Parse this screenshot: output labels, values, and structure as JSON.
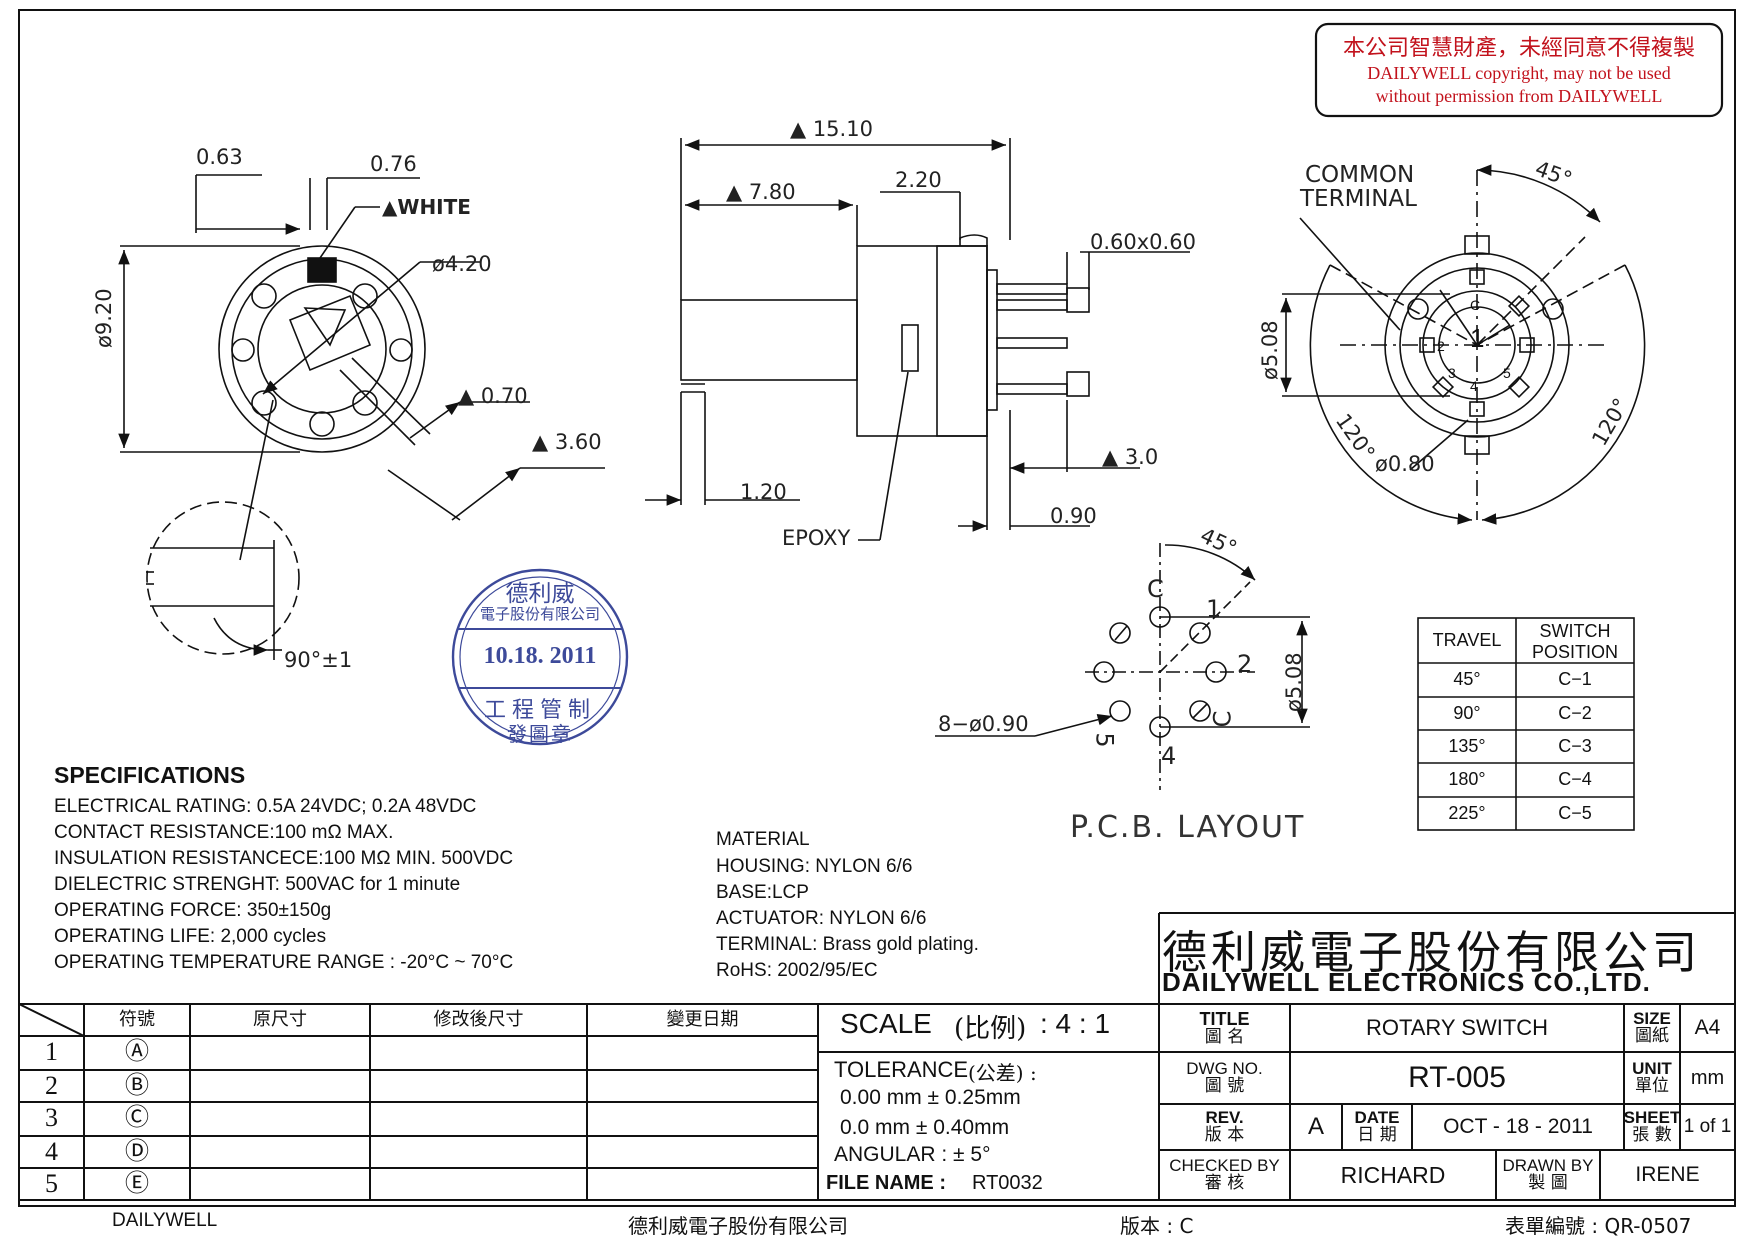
{
  "notice": {
    "zh": "本公司智慧財產，未經同意不得複製",
    "en1": "DAILYWELL copyright, may not be used",
    "en2": "without permission from DAILYWELL"
  },
  "front_view": {
    "dim_063": "0.63",
    "dim_076": "0.76",
    "white_label": "▲WHITE",
    "dia_420": "ø4.20",
    "dia_920": "ø9.20",
    "dim_070": "▲ 0.70",
    "dim_360": "▲ 3.60",
    "angle_90": "90°±1"
  },
  "side_view": {
    "dim_1510": "▲ 15.10",
    "dim_780": "▲ 7.80",
    "dim_220": "2.20",
    "dim_060": "0.60x0.60",
    "dim_120": "1.20",
    "dim_30": "▲ 3.0",
    "dim_090": "0.90",
    "epoxy": "EPOXY"
  },
  "back_view": {
    "common1": "COMMON",
    "common2": "TERMINAL",
    "angle_45": "45°",
    "dia_508": "ø5.08",
    "angle_120a": "120°",
    "angle_120b": "120°",
    "dia_080": "ø0.80",
    "pins": [
      "C",
      "1",
      "2",
      "3",
      "4",
      "5"
    ]
  },
  "pcb": {
    "angle_45": "45°",
    "dia_508": "ø5.08",
    "holes": "8−ø0.90",
    "pins": [
      "C",
      "1",
      "2",
      "5",
      "4",
      "C"
    ],
    "title": "P.C.B. LAYOUT"
  },
  "stamp": {
    "company1": "德利威",
    "company2": "電子股份有限公司",
    "date": "10.18. 2011",
    "dept": "工程管制",
    "seal": "發圖章"
  },
  "travel_table": {
    "headers": [
      "TRAVEL",
      "SWITCH",
      "POSITION"
    ],
    "rows": [
      [
        "45°",
        "C−1"
      ],
      [
        "90°",
        "C−2"
      ],
      [
        "135°",
        "C−3"
      ],
      [
        "180°",
        "C−4"
      ],
      [
        "225°",
        "C−5"
      ]
    ]
  },
  "specifications": {
    "title": "SPECIFICATIONS",
    "lines": [
      {
        "k": "ELECTRICAL RATING",
        "v": ": 0.5A 24VDC; 0.2A 48VDC"
      },
      {
        "k": "CONTACT RESISTANCE",
        "v": ":100 mΩ MAX."
      },
      {
        "k": "INSULATION RESISTANCECE",
        "v": ":100 MΩ MIN. 500VDC"
      },
      {
        "k": "DIELECTRIC STRENGHT",
        "v": ": 500VAC for 1 minute"
      },
      {
        "k": "OPERATING FORCE",
        "v": ": 350±150g"
      },
      {
        "k": "OPERATING LIFE",
        "v": ": 2,000 cycles"
      },
      {
        "k": "OPERATING TEMPERATURE RANGE",
        "v": " : -20°C ~ 70°C"
      }
    ]
  },
  "material": {
    "title": "MATERIAL",
    "lines": [
      {
        "k": "HOUSING",
        "v": ": NYLON 6/6"
      },
      {
        "k": "BASE",
        "v": ":LCP"
      },
      {
        "k": "ACTUATOR",
        "v": ": NYLON 6/6"
      },
      {
        "k": "TERMINAL",
        "v": ": Brass gold plating."
      },
      {
        "k": "RoHS",
        "v": ": 2002/95/EC"
      }
    ]
  },
  "company": {
    "zh": "德利威電子股份有限公司",
    "en": "DAILYWELL ELECTRONICS CO.,LTD."
  },
  "revision_table": {
    "headers": [
      "符號",
      "原尺寸",
      "修改後尺寸",
      "變更日期"
    ],
    "rows": [
      {
        "no": "1",
        "sym": "Ⓐ"
      },
      {
        "no": "2",
        "sym": "Ⓑ"
      },
      {
        "no": "3",
        "sym": "Ⓒ"
      },
      {
        "no": "4",
        "sym": "Ⓓ"
      },
      {
        "no": "5",
        "sym": "Ⓔ"
      }
    ]
  },
  "scale": {
    "label": "SCALE",
    "zh": "(比例)",
    "value": ":   4 : 1"
  },
  "tolerance": {
    "label": "TOLERANCE",
    "zh": "(公差) :",
    "line1": "0.00  mm ±  0.25mm",
    "line2": "0.0    mm  ± 0.40mm",
    "angular": "ANGULAR : ± 5°"
  },
  "file": {
    "label": "FILE NAME :",
    "value": "RT0032"
  },
  "title_block": {
    "title_label": "TITLE",
    "title_zh": "圖 名",
    "title_value": "ROTARY SWITCH",
    "size_label": "SIZE",
    "size_zh": "圖紙",
    "size_value": "A4",
    "dwg_label": "DWG NO.",
    "dwg_zh": "圖 號",
    "dwg_value": "RT-005",
    "unit_label": "UNIT",
    "unit_zh": "單位",
    "unit_value": "mm",
    "rev_label": "REV.",
    "rev_zh": "版 本",
    "rev_value": "A",
    "date_label": "DATE",
    "date_zh": "日 期",
    "date_value": "OCT - 18 - 2011",
    "sheet_label": "SHEET",
    "sheet_zh": "張 數",
    "sheet_value": "1 of 1",
    "checked_label": "CHECKED BY",
    "checked_zh": "審 核",
    "checked_value": "RICHARD",
    "drawn_label": "DRAWN BY",
    "drawn_zh": "製 圖",
    "drawn_value": "IRENE"
  },
  "footer": {
    "left": "DAILYWELL",
    "center": "德利威電子股份有限公司",
    "version": "版本 : C",
    "form": "表單編號 : QR-0507"
  }
}
